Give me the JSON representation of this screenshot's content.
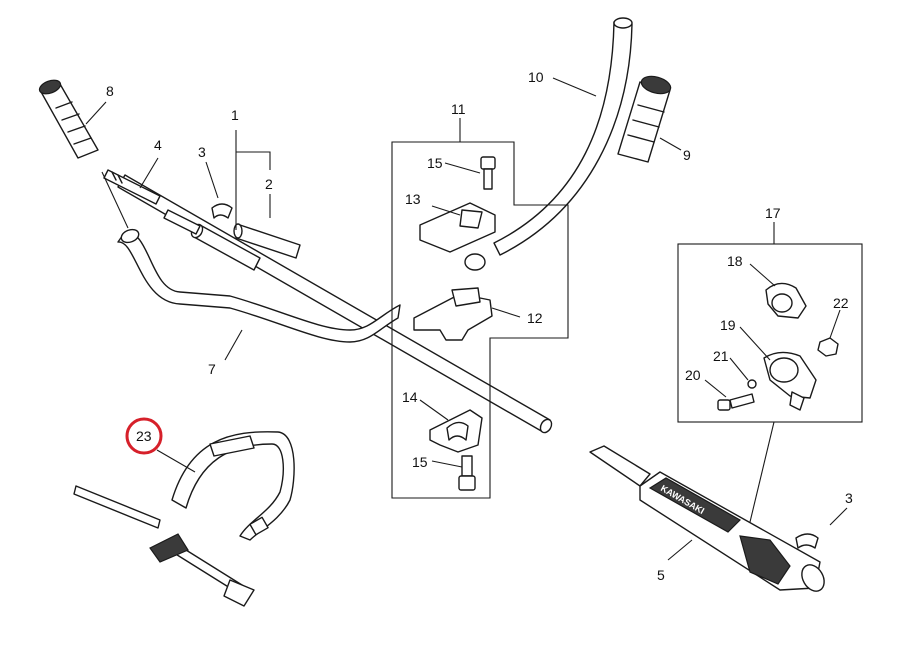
{
  "highlight_color": "#d6202a",
  "callouts": {
    "c1": "1",
    "c2": "2",
    "c3a": "3",
    "c3b": "3",
    "c4": "4",
    "c5": "5",
    "c7": "7",
    "c8": "8",
    "c9": "9",
    "c10": "10",
    "c11": "11",
    "c12": "12",
    "c13": "13",
    "c14": "14",
    "c15a": "15",
    "c15b": "15",
    "c17": "17",
    "c18": "18",
    "c19": "19",
    "c20": "20",
    "c21": "21",
    "c22": "22",
    "c23": "23"
  },
  "logo_text": "KAWASAKI"
}
